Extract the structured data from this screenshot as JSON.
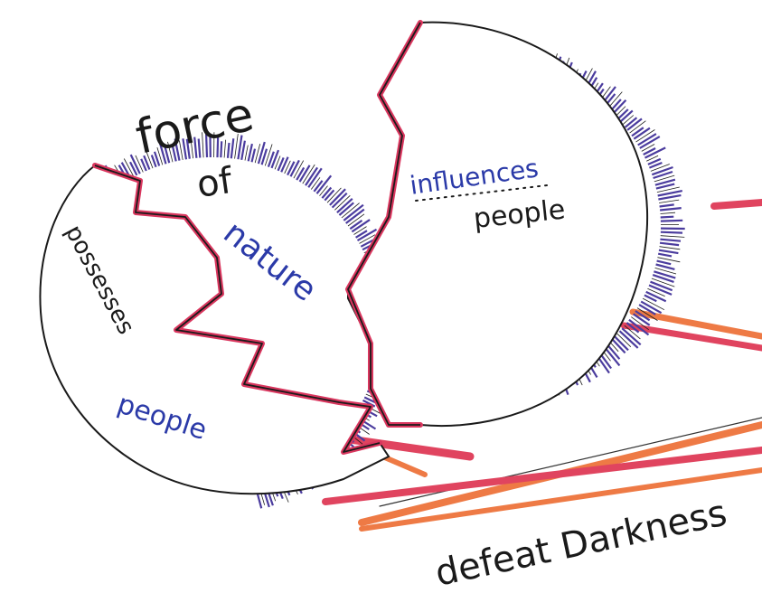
{
  "labels": {
    "left_verb": "possesses",
    "left_object": "people",
    "title_line1": "force",
    "title_line2": "of",
    "title_line3": "nature",
    "right_verb": "influences",
    "right_object": "people",
    "bottom": "defeat Darkness"
  },
  "colors": {
    "background": "#ffffff",
    "outline": "#1a1a1a",
    "hatch": "#4b3c9e",
    "crack": "#d9365e",
    "streak_pink": "#e0445f",
    "streak_orange": "#ee7a45",
    "ink_blue": "#2b3aa8",
    "ink_black": "#1a1a1a"
  }
}
